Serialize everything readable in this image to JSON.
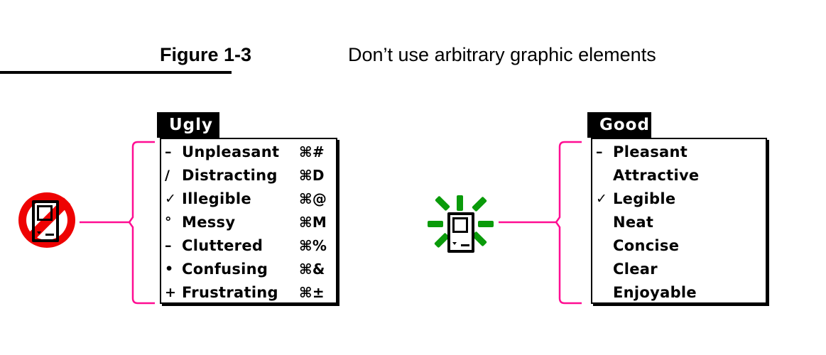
{
  "figure": {
    "label": "Figure 1-3",
    "caption": "Don’t use arbitrary graphic elements"
  },
  "menus": {
    "ugly": {
      "title": "Ugly",
      "items": [
        {
          "marker": "–",
          "label": "Unpleasant",
          "shortcut": "⌘#"
        },
        {
          "marker": "/",
          "label": "Distracting",
          "shortcut": "⌘D"
        },
        {
          "marker": "✓",
          "label": "Illegible",
          "shortcut": "⌘@"
        },
        {
          "marker": "°",
          "label": "Messy",
          "shortcut": "⌘M"
        },
        {
          "marker": "–",
          "label": "Cluttered",
          "shortcut": "⌘%"
        },
        {
          "marker": "•",
          "label": "Confusing",
          "shortcut": "⌘&"
        },
        {
          "marker": "+",
          "label": "Frustrating",
          "shortcut": "⌘±"
        }
      ]
    },
    "good": {
      "title": "Good",
      "items": [
        {
          "marker": "–",
          "label": "Pleasant"
        },
        {
          "marker": "",
          "label": "Attractive"
        },
        {
          "marker": "✓",
          "label": "Legible"
        },
        {
          "marker": "",
          "label": "Neat"
        },
        {
          "marker": "",
          "label": "Concise"
        },
        {
          "marker": "",
          "label": "Clear"
        },
        {
          "marker": "",
          "label": "Enjoyable"
        }
      ]
    }
  },
  "icons": {
    "bad": "prohibited-macintosh-icon",
    "good": "shining-macintosh-icon"
  },
  "colors": {
    "annotation_pink": "#FF0D92",
    "prohibition_red": "#EE0202",
    "shine_green": "#0A9B0A",
    "menu_title_bg": "#000000",
    "menu_title_text": "#FFFFFF",
    "background": "#FFFFFF"
  }
}
